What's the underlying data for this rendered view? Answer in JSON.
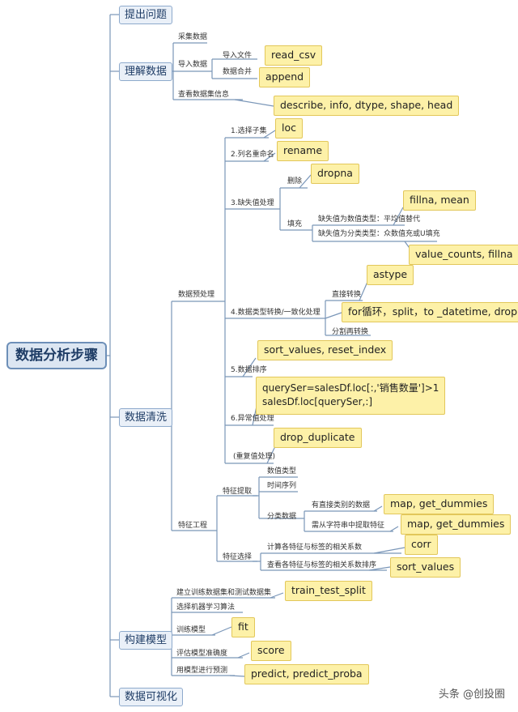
{
  "root": "数据分析步骤",
  "categories": {
    "c1": "提出问题",
    "c2": "理解数据",
    "c3": "数据清洗",
    "c4": "构建模型",
    "c5": "数据可视化"
  },
  "understand": {
    "collect": "采集数据",
    "import": "导入数据",
    "import_file": "导入文件",
    "merge": "数据合并",
    "info": "查看数据集信息",
    "read_csv": "read_csv",
    "append": "append",
    "describe": "describe, info, dtype, shape, head"
  },
  "clean": {
    "preprocess": "数据预处理",
    "step1": "1.选择子集",
    "loc": "loc",
    "step2": "2.列名重命名",
    "rename": "rename",
    "step3": "3.缺失值处理",
    "delete": "删除",
    "dropna": "dropna",
    "fill": "填充",
    "fill_num": "缺失值为数值类型：平均值替代",
    "fillna_mean": "fillna, mean",
    "fill_cat": "缺失值为分类类型：众数值充或U填充",
    "value_counts": "value_counts, fillna",
    "step4": "4.数据类型转换/一致化处理",
    "direct": "直接转换",
    "astype": "astype",
    "split_convert": "分割再转换",
    "for_loop": "for循环，split，to _datetime, dropna",
    "step5": "5.数据排序",
    "sort_values_reset": "sort_values, reset_index",
    "step6": "6.异常值处理",
    "query": "querySer=salesDf.loc[:,'销售数量']>1\nsalesDf.loc[querySer,:]",
    "dup": "(重复值处理)",
    "drop_dup": "drop_duplicate",
    "feature_eng": "特征工程",
    "extract": "特征提取",
    "num_type": "数值类型",
    "time_series": "时间序列",
    "cat_data": "分类数据",
    "direct_cat": "有直接类别的数据",
    "string_extract": "需从字符串中提取特征",
    "map1": "map, get_dummies",
    "map2": "map, get_dummies",
    "select": "特征选择",
    "corr_calc": "计算各特征与标签的相关系数",
    "corr": "corr",
    "corr_sort": "查看各特征与标签的相关系数排序",
    "sort_values": "sort_values"
  },
  "model": {
    "split_sets": "建立训练数据集和测试数据集",
    "train_test_split": "train_test_split",
    "choose_algo": "选择机器学习算法",
    "train": "训练模型",
    "fit": "fit",
    "evaluate": "评估模型准确度",
    "score": "score",
    "predict": "用模型进行预测",
    "predict_fn": "predict, predict_proba"
  },
  "watermark": "头条 @创投圈"
}
